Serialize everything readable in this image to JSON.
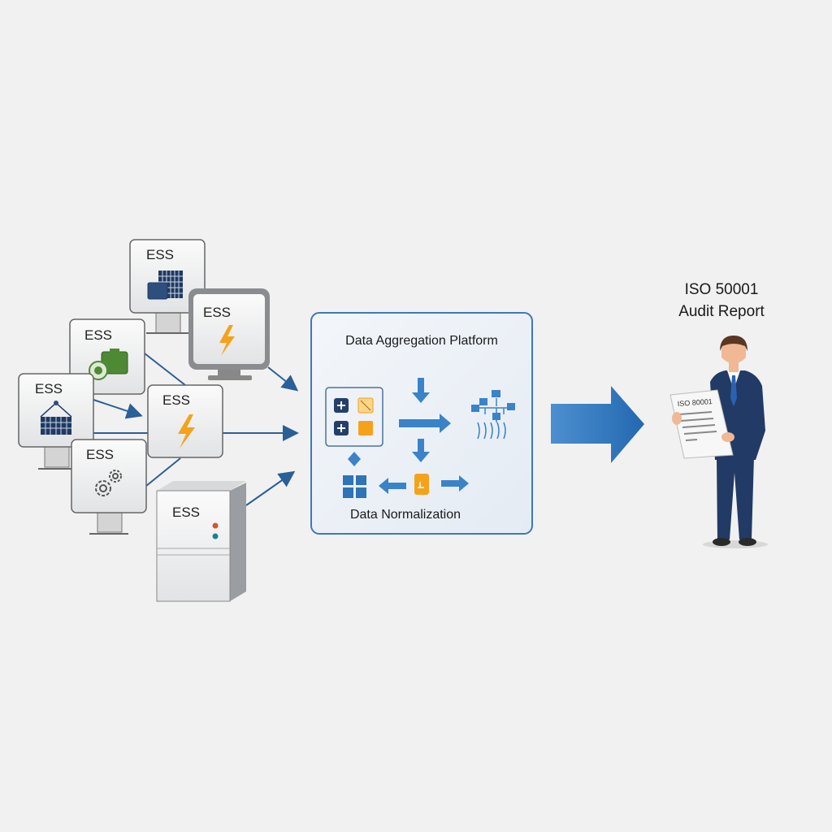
{
  "sources": [
    {
      "label": "ESS",
      "icon": "solar-panel-icon"
    },
    {
      "label": "ESS",
      "icon": "lightning-bolt-icon"
    },
    {
      "label": "ESS",
      "icon": "battery-icon"
    },
    {
      "label": "ESS",
      "icon": "solar-array-icon"
    },
    {
      "label": "ESS",
      "icon": "lightning-bolt-icon"
    },
    {
      "label": "ESS",
      "icon": "gears-icon"
    },
    {
      "label": "ESS",
      "icon": "server-cabinet-icon"
    }
  ],
  "platform": {
    "title": "Data Aggregation Platform",
    "subtitle": "Data Normalization"
  },
  "report": {
    "title_line1": "ISO 50001",
    "title_line2": "Audit Report",
    "document_label": "ISO 80001"
  },
  "colors": {
    "accent": "#2f6fb3",
    "orange": "#f5a21b",
    "navy": "#1f3a63",
    "green": "#4e8a34"
  }
}
